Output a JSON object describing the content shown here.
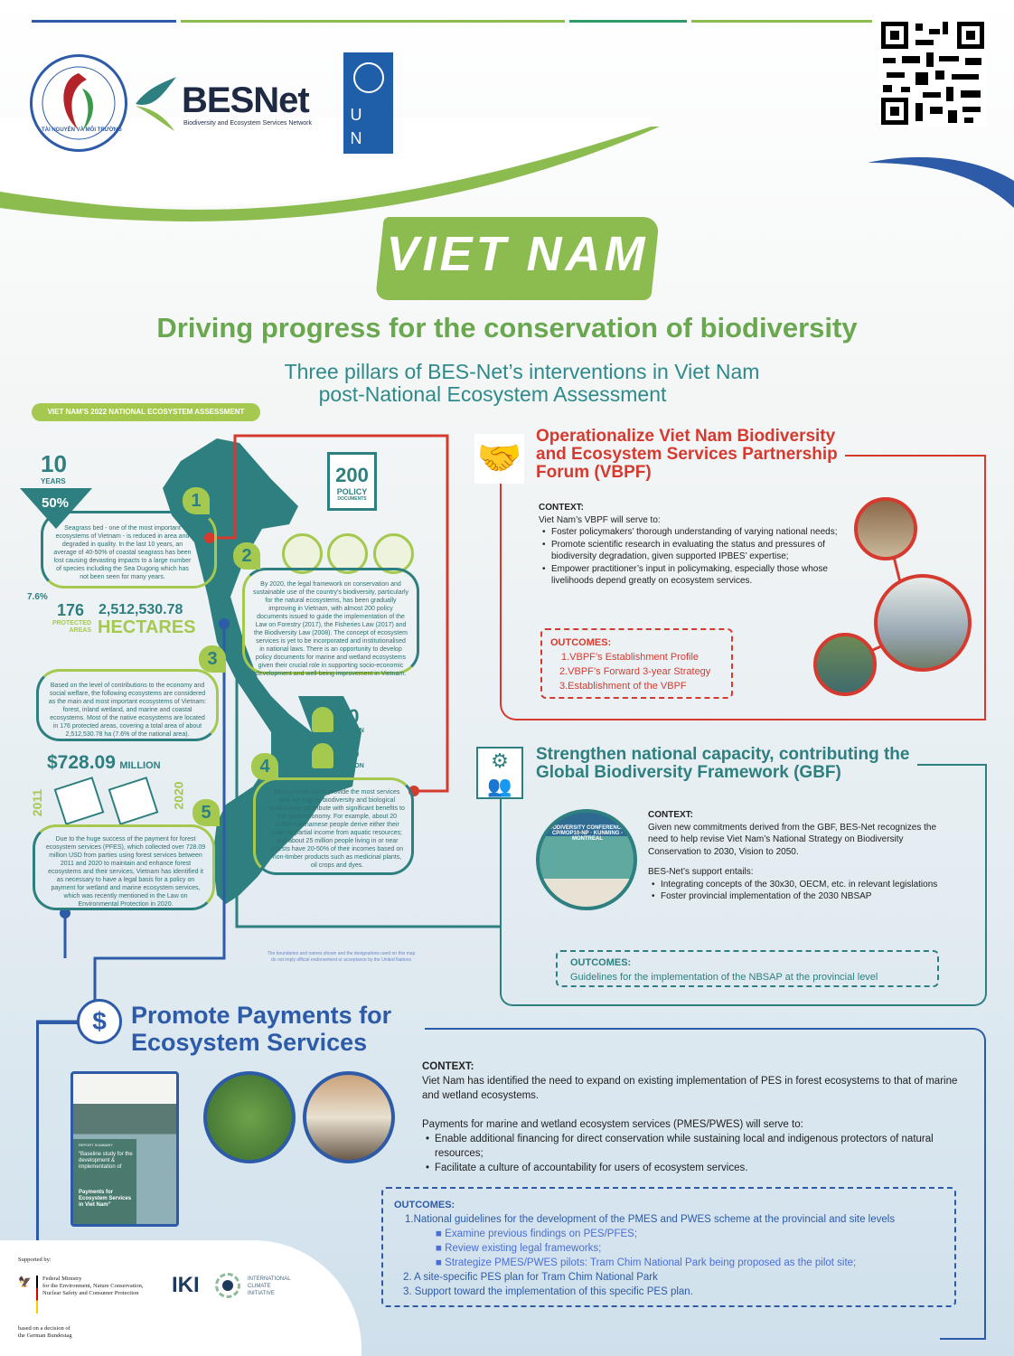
{
  "header": {
    "logos": {
      "monre": "TÀI NGUYÊN VÀ MÔI TRƯỜNG",
      "besnet_name": "BESNet",
      "besnet_tagline": "Biodiversity and Ecosystem Services Network",
      "undp": "UNDP"
    },
    "banner": "VIET NAM",
    "title": "Driving progress for the conservation of biodiversity",
    "subtitle_line1": "Three pillars of BES-Net’s interventions in Viet Nam",
    "subtitle_line2": "post-National Ecosystem Assessment"
  },
  "assessment": {
    "label": "VIET NAM'S 2022 NATIONAL ECOSYSTEM ASSESSMENT",
    "p1": {
      "number": "1",
      "stat": "10",
      "stat_unit": "YEARS",
      "pct": "50%",
      "text": "Seagrass bed - one of the most important ecosystems of Vietnam - is reduced in area and degraded in quality. In the last 10 years, an average of 40-50% of coastal seagrass has been lost causing devasting impacts to a large number of species including the Sea Dugong which has not been seen for many years."
    },
    "p2": {
      "number": "2",
      "stat": "200",
      "stat_unit": "POLICY",
      "stat_sub": "DOCUMENTS",
      "text": "By 2020, the legal framework on conservation and sustainable use of the country's biodiversity, particularly for the natural ecosystems, has been gradually improving in Vietnam, with almost 200 policy documents issued to guide the implementation of the Law on Forestry (2017), the Fisheries Law (2017) and the Biodiversity Law (2008). The concept of ecosystem services is yet to be incorporated and institutionalised in national laws. There is an opportunity to develop policy documents for marine and wetland ecosystems given their crucial role in supporting socio-economic development and well-being improvement in Vietnam."
    },
    "p3": {
      "number": "3",
      "pct": "7.6%",
      "areas": "176",
      "areas_label": "PROTECTED AREAS",
      "hectares": "2,512,530.78",
      "hectares_label": "HECTARES",
      "text": "Based on the level of contributions to the economy and social welfare, the following ecosystems are considered as the main and most important ecosystems of Vietnam: forest, inland wetland, and marine and coastal ecosystems. Most of the native ecosystems are located in 176 protected areas, covering a total area of about 2,512,530.78 ha (7.6% of the national area)."
    },
    "p4": {
      "number": "4",
      "stat1": "20",
      "stat2": "25",
      "unit": "MILLION",
      "text": "Ecosystems which provide the most services and are high in biodiversity and biological productivity contribute with significant benefits to the socio-economy. For example, about 20 million Vietnamese people derive either their main or partial income from aquatic resources; and about 25 million people living in or near forests have 20-50% of their incomes based on non-timber products such as medicinal plants, oil crops and dyes."
    },
    "p5": {
      "number": "5",
      "amount": "$728.09",
      "amount_unit": "MILLION",
      "year_start": "2011",
      "year_end": "2020",
      "text": "Due to the huge success of the payment for forest ecosystem services (PFES), which collected over 728.09 million USD from parties using forest services between 2011 and 2020 to maintain and enhance forest ecosystems and their services, Vietnam has identified it as necessary to have a legal basis for a policy on payment for wetland and marine ecosystem services, which was recently mentioned in the Law on Environmental Protection in 2020."
    },
    "disclaimer_line1": "The boundaries and names shown and the designations used on this map",
    "disclaimer_line2": "do not imply official endorsement or acceptance by the United Nations"
  },
  "vbpf": {
    "title": "Operationalize Viet Nam Biodiversity and Ecosystem Services Partnership Forum (VBPF)",
    "context_label": "CONTEXT:",
    "context_intro": "Viet Nam’s VBPF will serve to:",
    "bullets": [
      "Foster policymakers’ thorough understanding of varying national needs;",
      "Promote scientific research in evaluating the status and pressures of biodiversity degradation, given supported IPBES’ expertise;",
      "Empower practitioner’s input in policymaking, especially those whose livelihoods depend greatly on ecosystem services."
    ],
    "outcomes_label": "OUTCOMES:",
    "outcomes": [
      "1.VBPF’s Establishment Profile",
      "2.VBPF’s Forward 3-year Strategy",
      "3.Establishment of the VBPF"
    ],
    "color": "#d63a2f"
  },
  "gbf": {
    "title": "Strengthen national capacity, contributing the Global Biodiversity Framework (GBF)",
    "photo_caption": "BIODIVERSITY CONFERENCE · CP/MOP10-NP · KUNMING - MONTREAL",
    "context_label": "CONTEXT:",
    "context_text": "Given new commitments derived from the GBF, BES-Net recognizes the need to help revise Viet Nam’s National Strategy on Biodiversity Conservation to 2030, Vision to 2050.",
    "support_intro": "BES-Net’s support entails:",
    "bullets": [
      "Integrating concepts of the 30x30, OECM, etc. in relevant legislations",
      "Foster provincial implementation of the 2030 NBSAP"
    ],
    "outcomes_label": "OUTCOMES:",
    "outcomes_text": "Guidelines for the implementation of the NBSAP at the provincial level",
    "color": "#2e7f80"
  },
  "pes": {
    "title_line1": "Promote Payments for",
    "title_line2": "Ecosystem Services",
    "cover": {
      "label": "REPORT SUMMARY",
      "quote": "“Baseline study for the development & implementation of",
      "title": "Payments for Ecosystem Services in Viet Nam”"
    },
    "context_label": "CONTEXT:",
    "context_text": "Viet Nam has identified the need to expand on existing implementation of PES in forest ecosystems to that of marine and wetland ecosystems.",
    "serve_intro": "Payments for marine and wetland ecosystem services (PMES/PWES) will serve to:",
    "bullets": [
      "Enable additional financing for direct conservation while sustaining local and indigenous protectors of natural resources;",
      "Facilitate a culture of accountability for users of ecosystem services."
    ],
    "outcomes_label": "OUTCOMES:",
    "outcome1": "1.National guidelines for the development of the PMES and PWES scheme at the provincial and site levels",
    "sub_outcomes": [
      "Examine previous findings on PES/PFES;",
      "Review existing legal frameworks;",
      "Strategize PMES/PWES pilots: Tram Chim National Park being proposed as the pilot site;"
    ],
    "outcome2": "2. A site-specific PES plan for Tram Chim National Park",
    "outcome3": "3. Support toward the implementation of this specific PES plan.",
    "color": "#2d5ba8"
  },
  "footer": {
    "supported_by": "Supported by:",
    "bmu_line1": "Federal Ministry",
    "bmu_line2": "for the Environment, Nature Conservation,",
    "bmu_line3": "Nuclear Safety and Consumer Protection",
    "iki": "IKI",
    "iki_line1": "INTERNATIONAL",
    "iki_line2": "CLIMATE",
    "iki_line3": "INITIATIVE",
    "decision_line1": "based on a decision of",
    "decision_line2": "the German Bundestag"
  },
  "colors": {
    "green": "#8cbc4f",
    "teal": "#2e7f80",
    "red": "#d63a2f",
    "blue": "#2d5ba8"
  }
}
